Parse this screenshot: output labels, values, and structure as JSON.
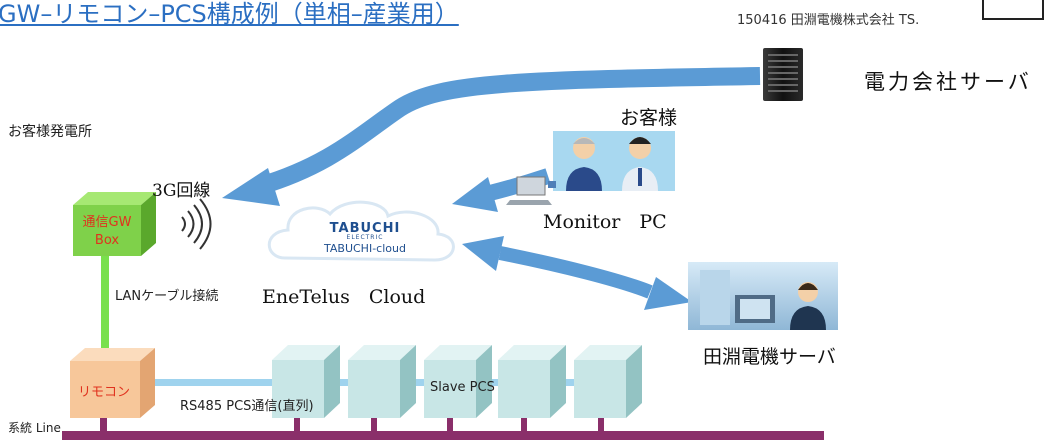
{
  "title": "GW–リモコン–PCS構成例（単相–産業用）",
  "stamp": "150416 田淵電機株式会社 TS.",
  "labels": {
    "power_company_server": "電力会社サーバ",
    "customer": "お客様",
    "customer_plant": "お客様発電所",
    "line_3g": "3G回線",
    "monitor_pc": "Monitor　PC",
    "cloud_name": "EneTelus　Cloud",
    "lan_cable": "LANケーブル接続",
    "tabuchi_server": "田淵電機サーバ",
    "rs485": "RS485 PCS通信(直列)",
    "slave_pcs": "Slave PCS",
    "system_line": "系統 Line"
  },
  "devices": {
    "gw_box_line1": "通信GW",
    "gw_box_line2": "Box",
    "remocon": "リモコン"
  },
  "cloud_logo": {
    "brand": "TABUCHI",
    "sub": "ELECTRIC",
    "service": "TABUCHI-cloud"
  },
  "colors": {
    "title": "#2b6fc2",
    "arrow": "#5b9bd5",
    "gw_box": "#7fd14a",
    "remocon_box": "#f7c79a",
    "pcs_box": "#c8e6e6",
    "system_line": "#8a2f6a",
    "lan_link": "#79e04d",
    "rs485_link": "#9fd3ee"
  }
}
